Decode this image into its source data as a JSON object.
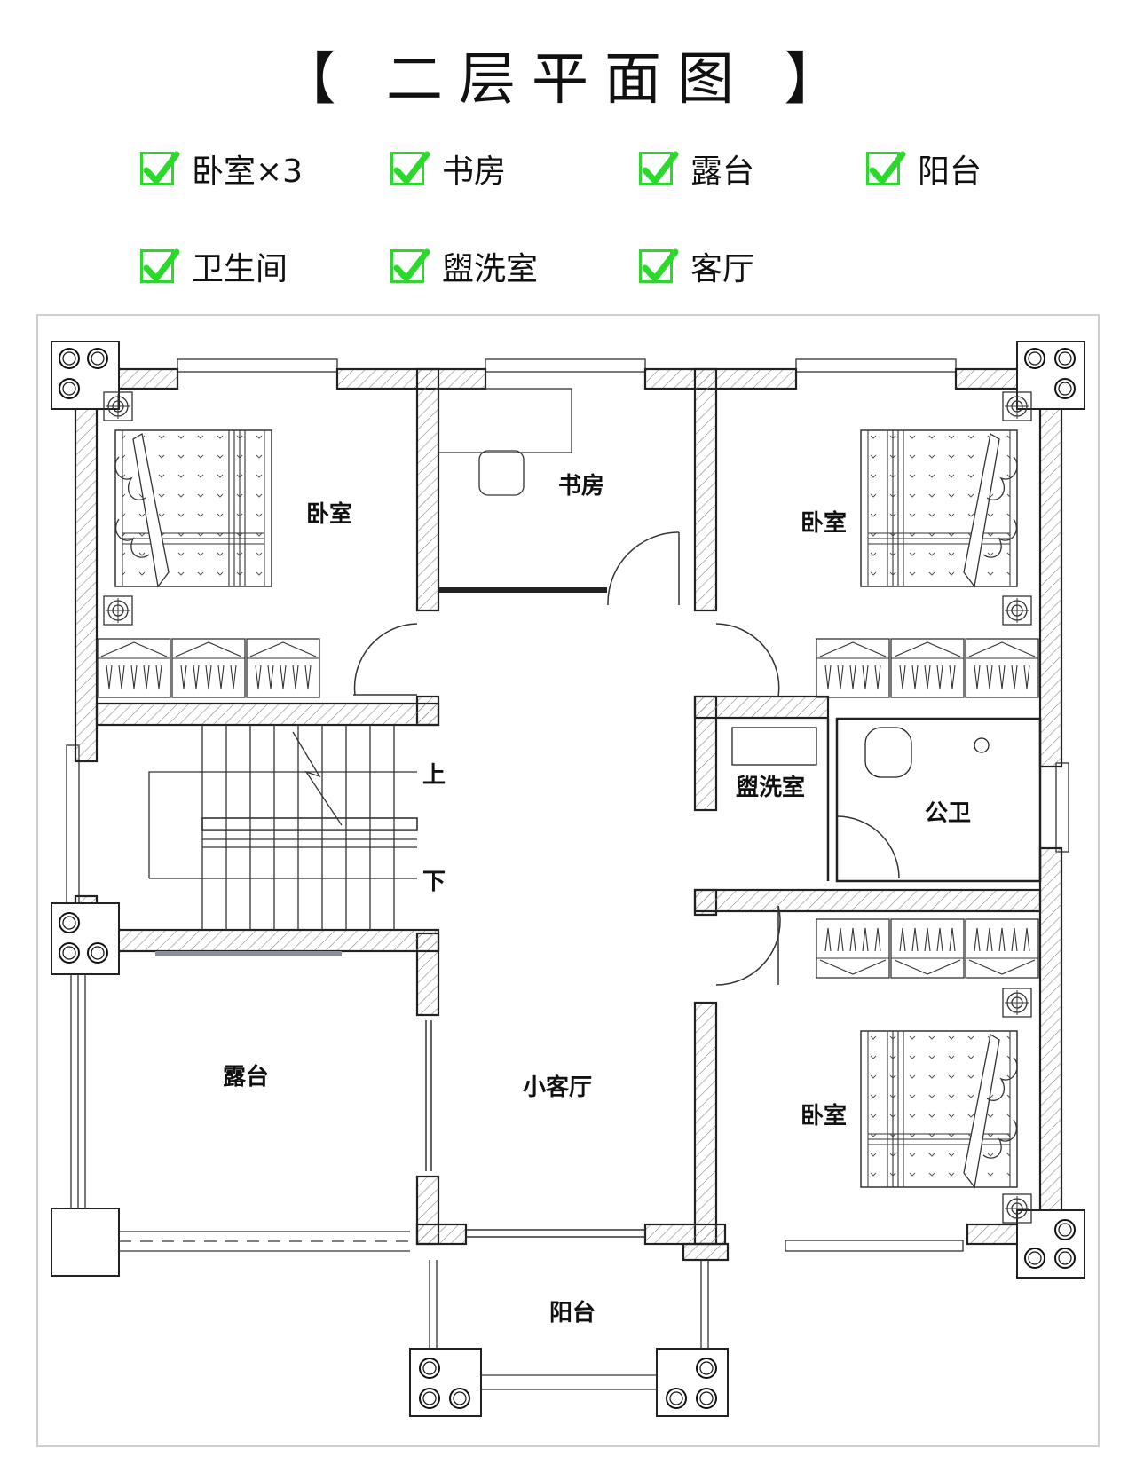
{
  "title": "【 二层平面图 】",
  "features": [
    {
      "label": "卧室×3"
    },
    {
      "label": "书房"
    },
    {
      "label": "露台"
    },
    {
      "label": "阳台"
    },
    {
      "label": "卫生间"
    },
    {
      "label": "盥洗室"
    },
    {
      "label": "客厅"
    }
  ],
  "rooms": {
    "bedroom_nw": "卧室",
    "study": "书房",
    "bedroom_ne": "卧室",
    "washroom": "盥洗室",
    "public_wc": "公卫",
    "terrace": "露台",
    "living": "小客厅",
    "bedroom_se": "卧室",
    "balcony": "阳台"
  },
  "stairs": {
    "up": "上",
    "down": "下"
  },
  "colors": {
    "check": "#2bd92b",
    "wall_line": "#222222",
    "hatch": "#888888"
  }
}
